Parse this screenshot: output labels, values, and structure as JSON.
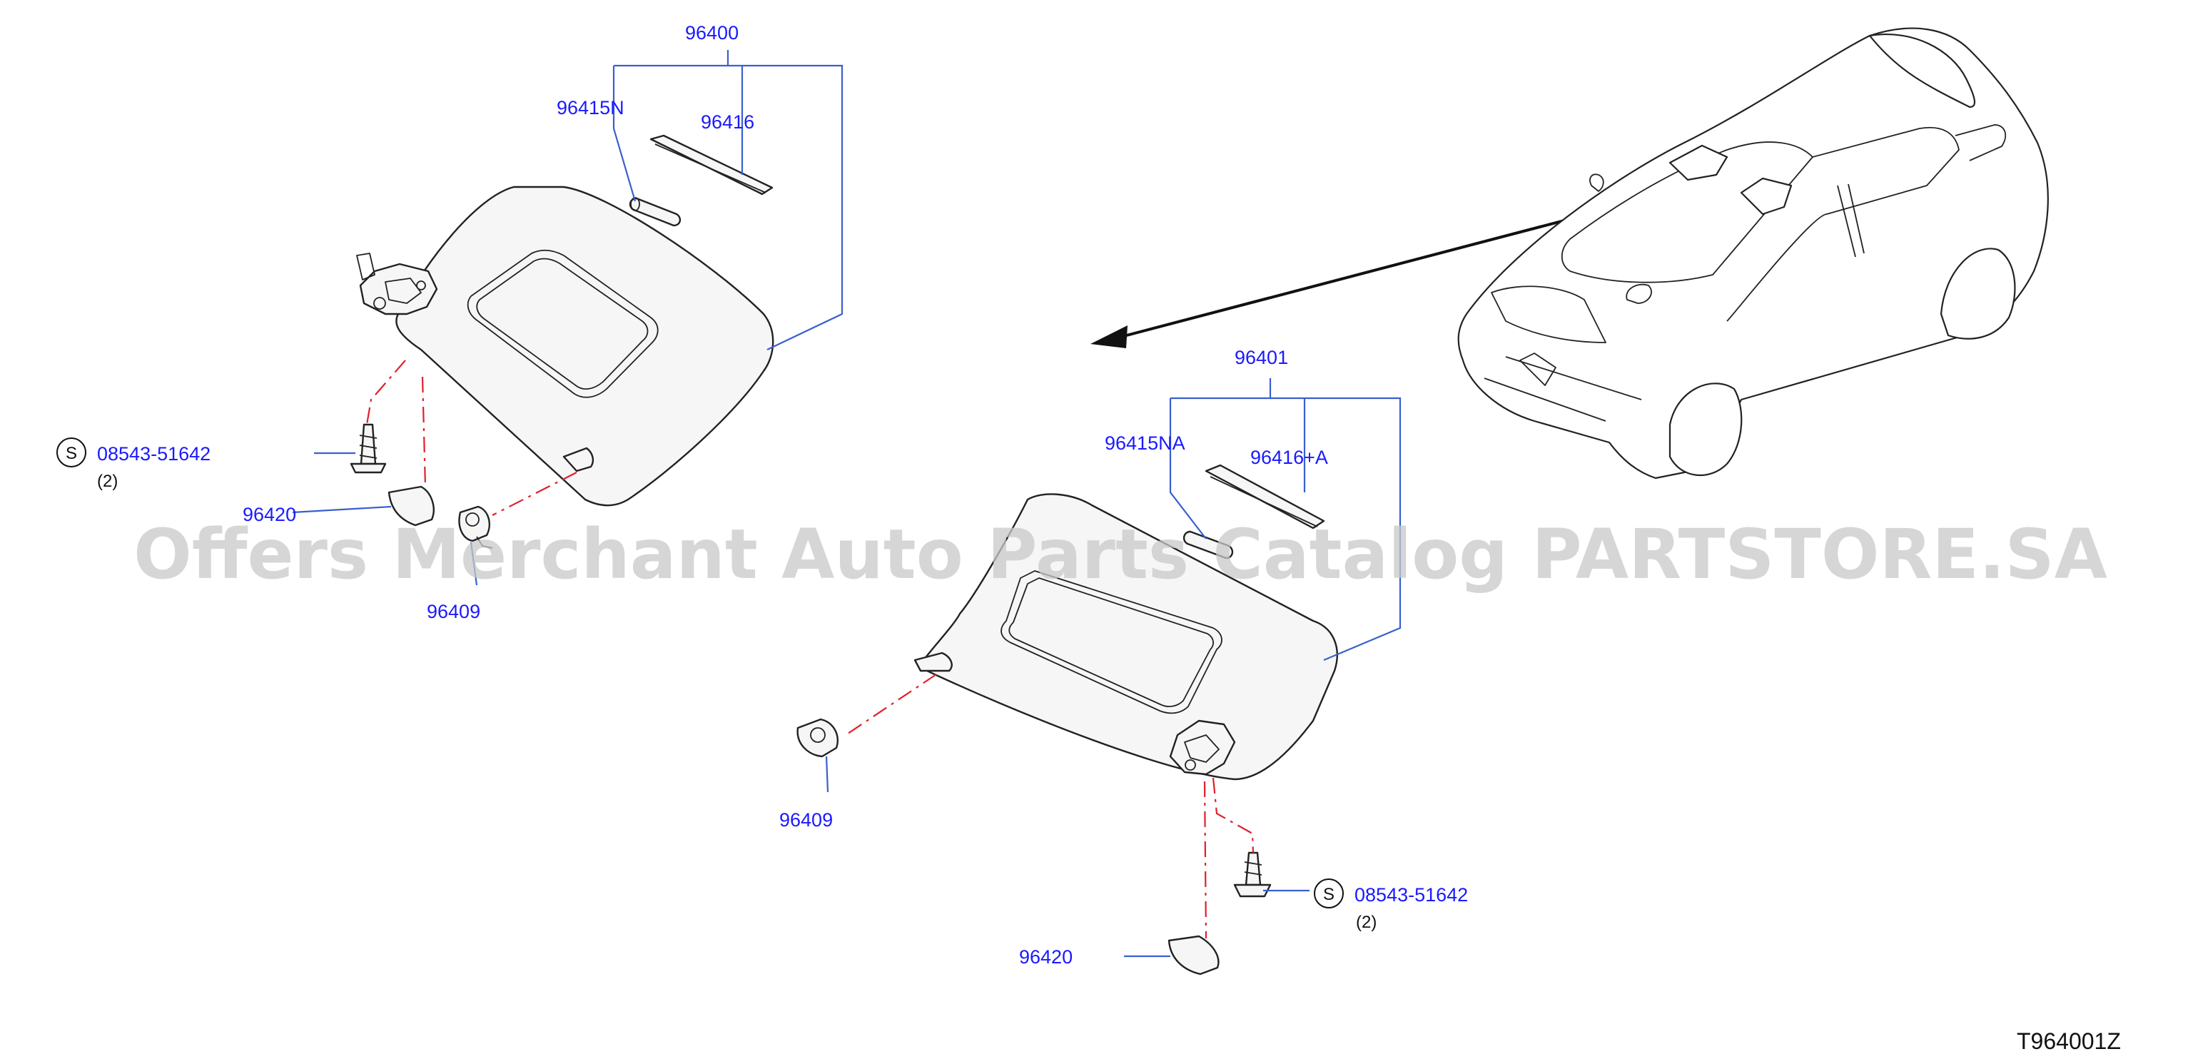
{
  "labels": {
    "assembly_left": "96400",
    "assembly_right": "96401",
    "pin_left": "96415N",
    "pin_right": "96415NA",
    "strip_left": "96416",
    "strip_right": "96416+A",
    "cover_left": "96420",
    "cover_right": "96420",
    "holder_left": "96409",
    "holder_right": "96409",
    "screw_left": "08543-51642",
    "screw_right": "08543-51642",
    "screw_left_qty": "(2)",
    "screw_right_qty": "(2)",
    "screw_symbol": "S"
  },
  "diagram_code": "T964001Z",
  "watermark": "Offers Merchant Auto Parts Catalog PARTSTORE.SA",
  "colors": {
    "label": "#1a1aff",
    "leader": "#3a5fcd",
    "dashed": "#e0202a"
  }
}
